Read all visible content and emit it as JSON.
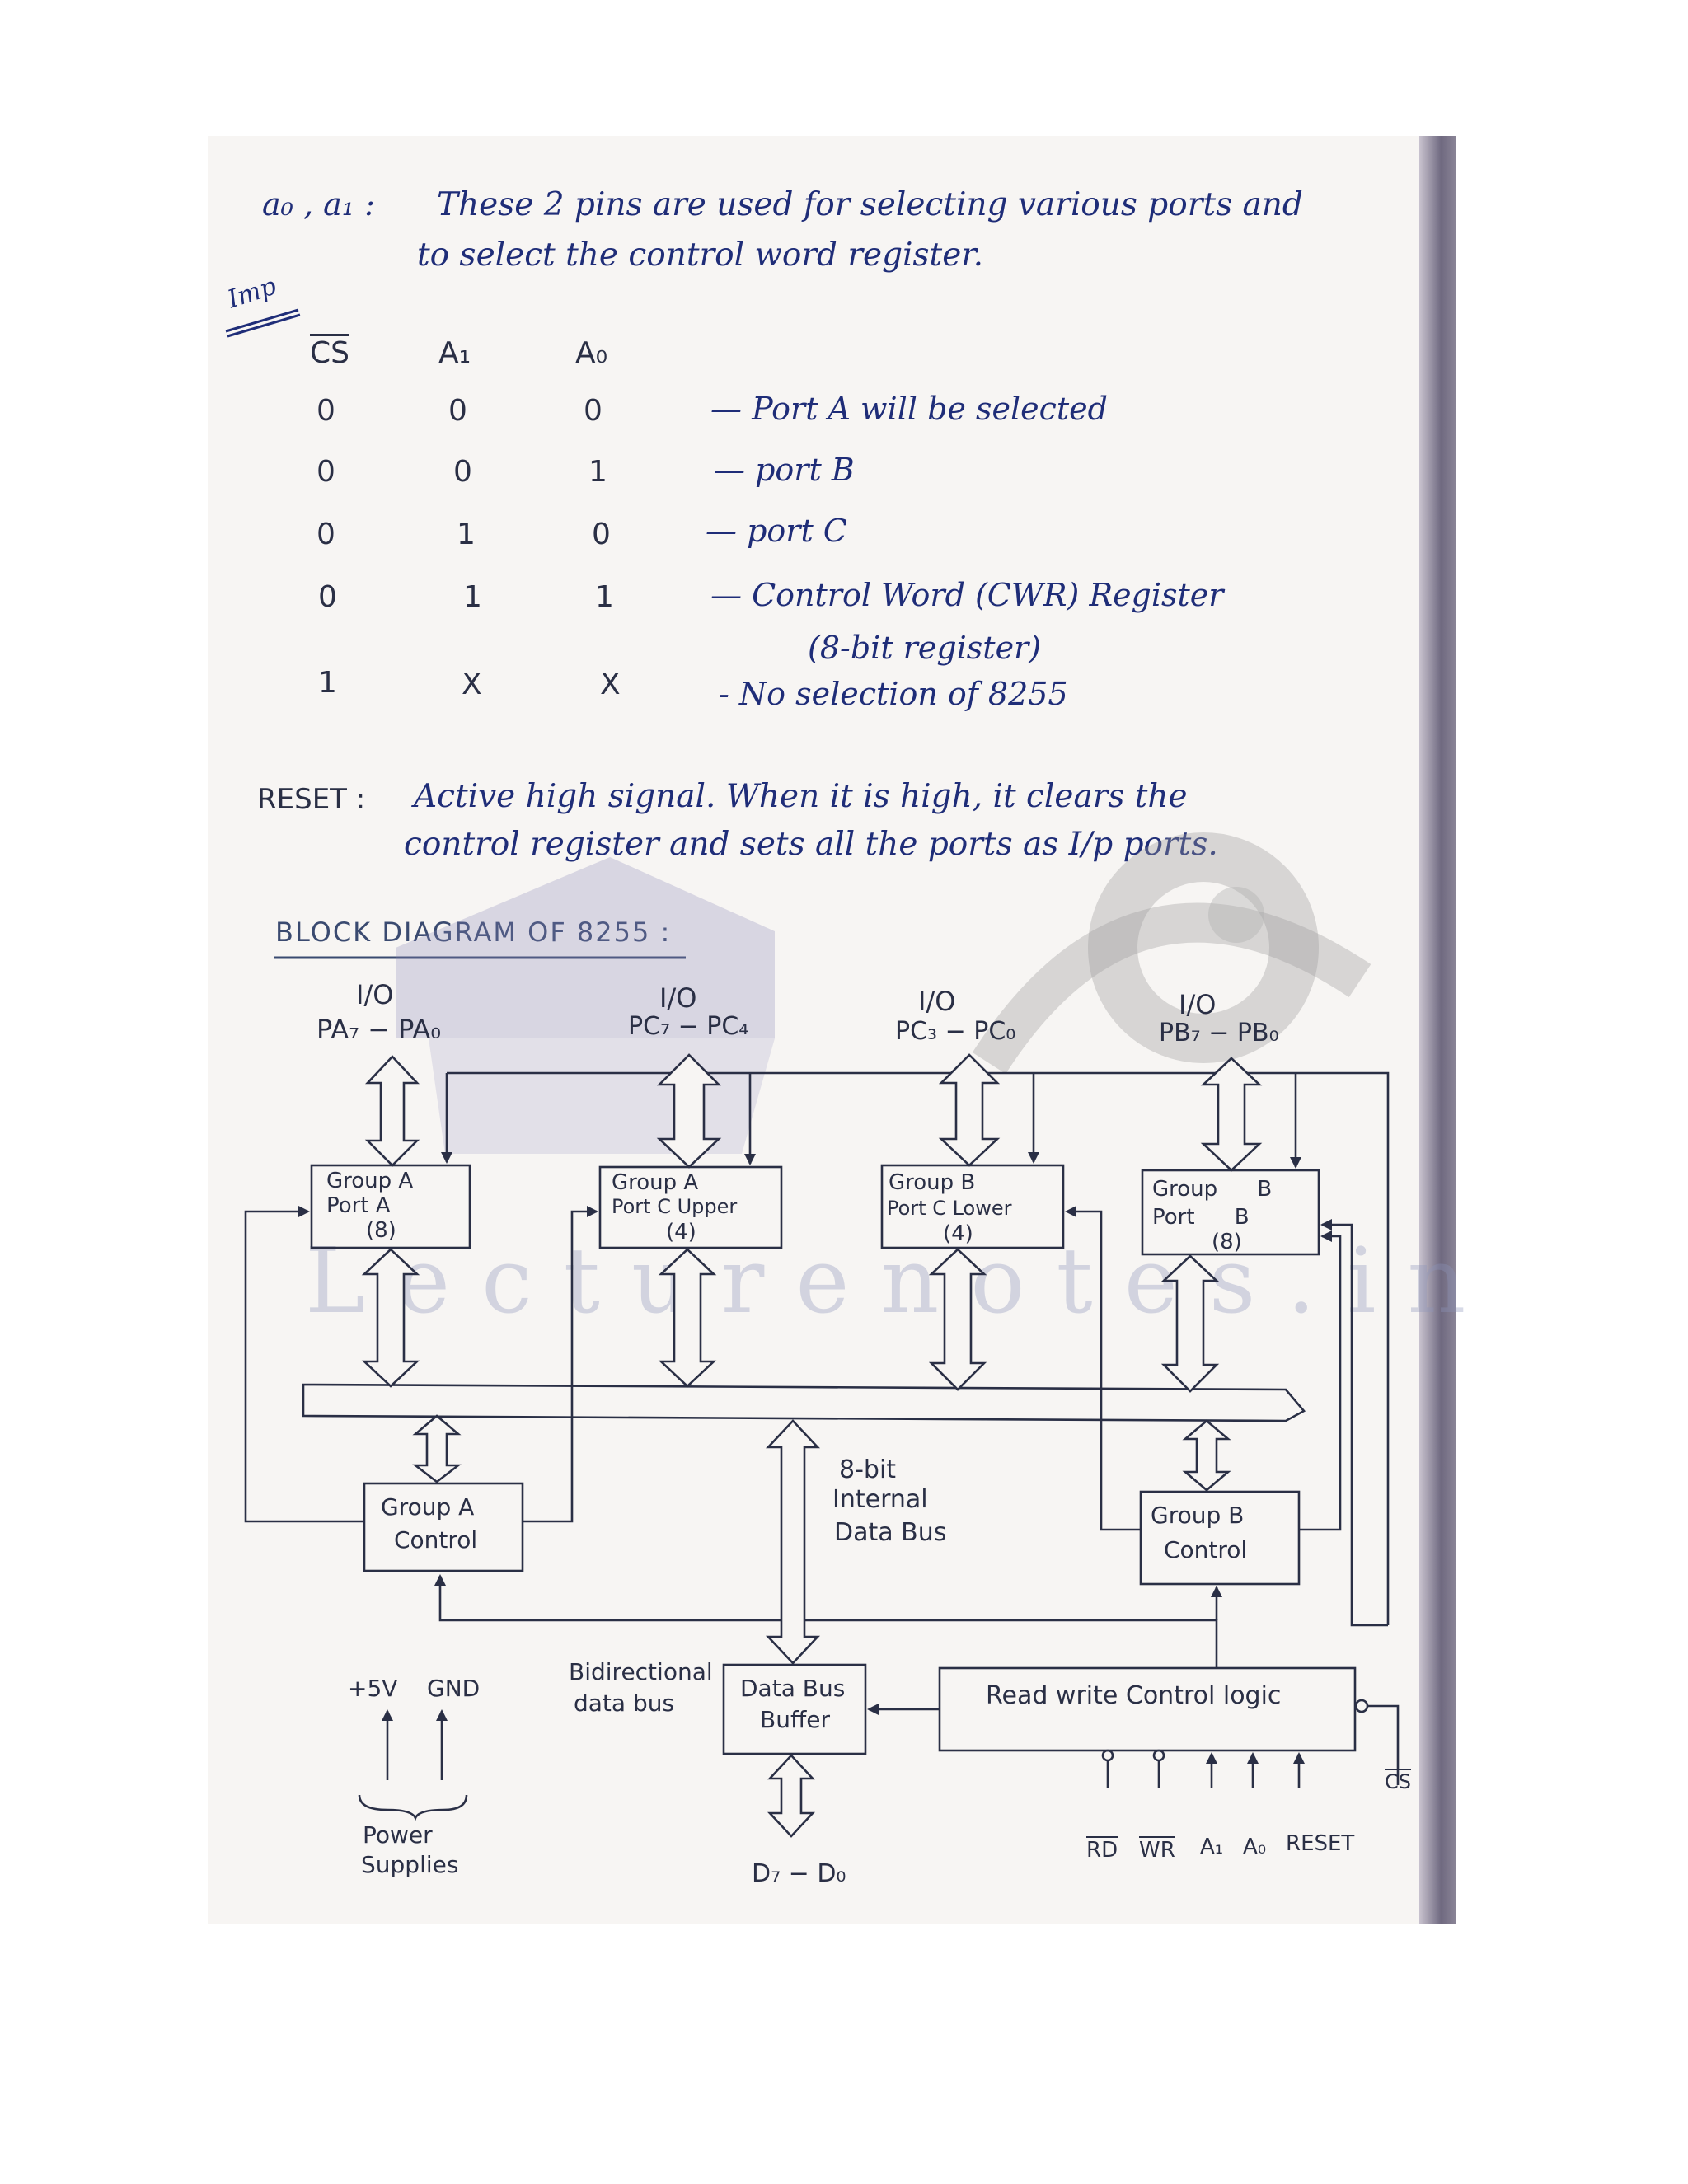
{
  "intro": {
    "pins_label": "a₀ , a₁ :",
    "line1": "These 2 pins are used for selecting various ports and",
    "line2": "to select the control word register.",
    "imp_mark": "Imp"
  },
  "truth_table": {
    "headers": [
      "CS",
      "A₁",
      "A₀"
    ],
    "rows": [
      {
        "cs": "0",
        "a1": "0",
        "a0": "0",
        "desc": "— Port A will be selected"
      },
      {
        "cs": "0",
        "a1": "0",
        "a0": "1",
        "desc": "— port B"
      },
      {
        "cs": "0",
        "a1": "1",
        "a0": "0",
        "desc": "— port C"
      },
      {
        "cs": "0",
        "a1": "1",
        "a0": "1",
        "desc": "— Control Word (CWR) Register",
        "desc2": "(8-bit register)"
      },
      {
        "cs": "1",
        "a1": "X",
        "a0": "X",
        "desc": "- No selection of 8255"
      }
    ]
  },
  "reset": {
    "label": "RESET :",
    "line1": "Active high signal. When it is high, it clears the",
    "line2": "control register and sets all the ports as I/p ports."
  },
  "diagram": {
    "title": "BLOCK DIAGRAM OF 8255 :",
    "ports": [
      {
        "io": "I/O",
        "pins": "PA₇ − PA₀"
      },
      {
        "io": "I/O",
        "pins": "PC₇ − PC₄"
      },
      {
        "io": "I/O",
        "pins": "PC₃ − PC₀"
      },
      {
        "io": "I/O",
        "pins": "PB₇ − PB₀"
      }
    ],
    "port_blocks": [
      {
        "l1": "Group A",
        "l2": "Port A",
        "l3": "(8)"
      },
      {
        "l1": "Group A",
        "l2": "Port C Upper",
        "l3": "(4)"
      },
      {
        "l1": "Group B",
        "l2": "Port C Lower",
        "l3": "(4)"
      },
      {
        "l1": "Group B",
        "l2": "Port B",
        "l3": "(8)"
      }
    ],
    "group_a_control": {
      "l1": "Group A",
      "l2": "Control"
    },
    "group_b_control": {
      "l1": "Group B",
      "l2": "Control"
    },
    "internal_bus": {
      "l1": "8-bit",
      "l2": "Internal",
      "l3": "Data Bus"
    },
    "bidirectional": {
      "l1": "Bidirectional",
      "l2": "data bus"
    },
    "data_bus_buffer": {
      "l1": "Data Bus",
      "l2": "Buffer"
    },
    "data_pins": "D₇ − D₀",
    "rw_logic": "Read write Control logic",
    "power": {
      "v5": "+5V",
      "gnd": "GND",
      "l1": "Power",
      "l2": "Supplies"
    },
    "control_pins": [
      "RD",
      "WR",
      "A₁",
      "A₀",
      "RESET"
    ],
    "cs_pin": "CS"
  },
  "watermark": "Lecturenotes.in"
}
